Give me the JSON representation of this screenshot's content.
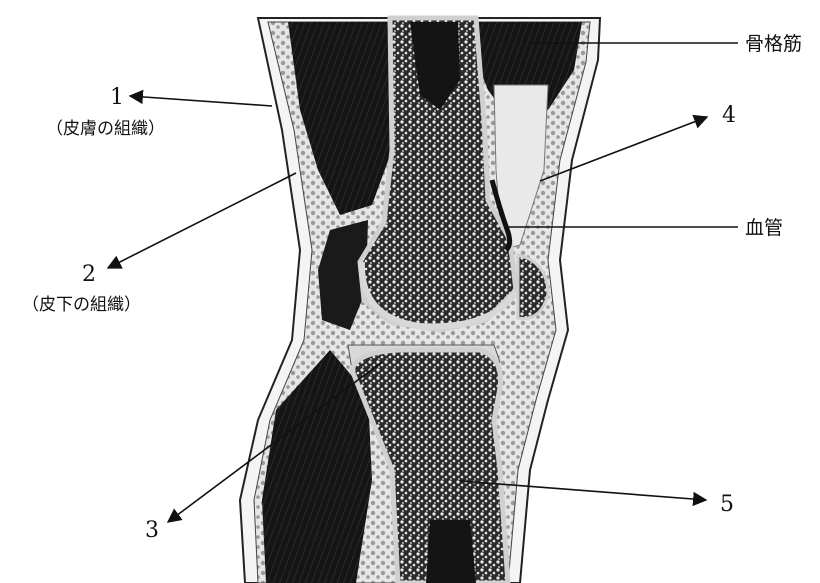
{
  "diagram": {
    "labels": {
      "l1_num": "1",
      "l1_text": "（皮膚の組織）",
      "l2_num": "2",
      "l2_text": "（皮下の組織）",
      "l3_num": "3",
      "l4_num": "4",
      "l5_num": "5",
      "skeletal_muscle": "骨格筋",
      "blood_vessel": "血管"
    },
    "colors": {
      "ink": "#111111",
      "muscle": "#1a1a1a",
      "bone_fill": "#3a3a3a",
      "cartilage": "#d8d8d8",
      "fat": "#cfcfcf"
    }
  }
}
